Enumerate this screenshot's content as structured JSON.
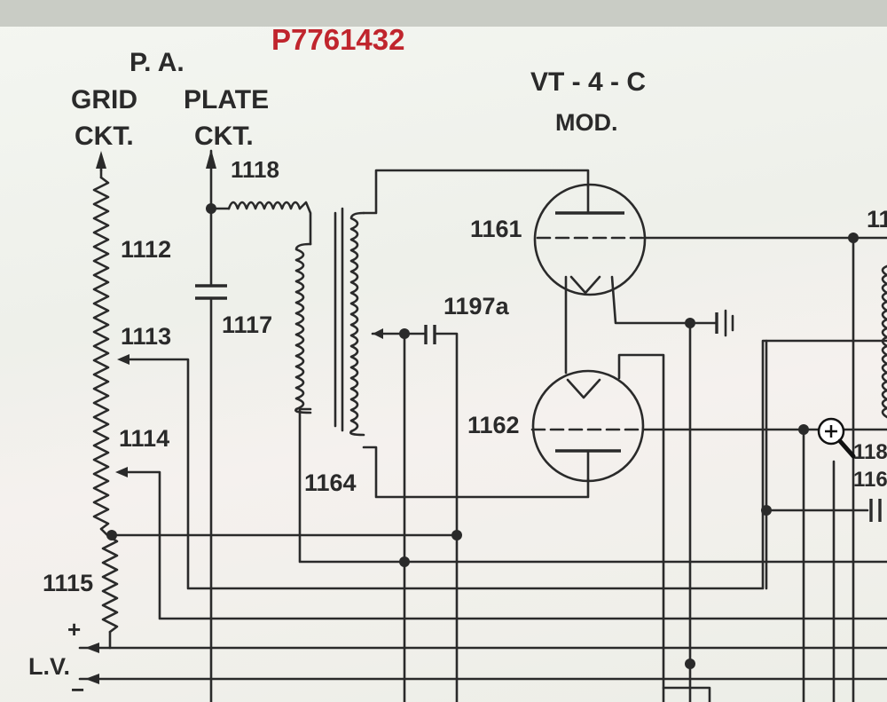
{
  "document_code": "P7761432",
  "labels": {
    "pa": "P. A.",
    "grid": "GRID",
    "grid_ckt": "CKT.",
    "plate": "PLATE",
    "plate_ckt": "CKT.",
    "tube_type": "VT - 4 - C",
    "tube_role": "MOD.",
    "r1112": "1112",
    "r1113": "1113",
    "r1114": "1114",
    "r1115": "1115",
    "l1118": "1118",
    "c1117": "1117",
    "t1164": "1164",
    "c1197a": "1197a",
    "v1161": "1161",
    "v1162": "1162",
    "edge_top": "11",
    "edge_mid1": "118",
    "edge_mid2": "116",
    "lv_plus": "+",
    "lv": "L.V.",
    "lv_minus": "−"
  },
  "icons": [
    "zoom-in-icon"
  ]
}
